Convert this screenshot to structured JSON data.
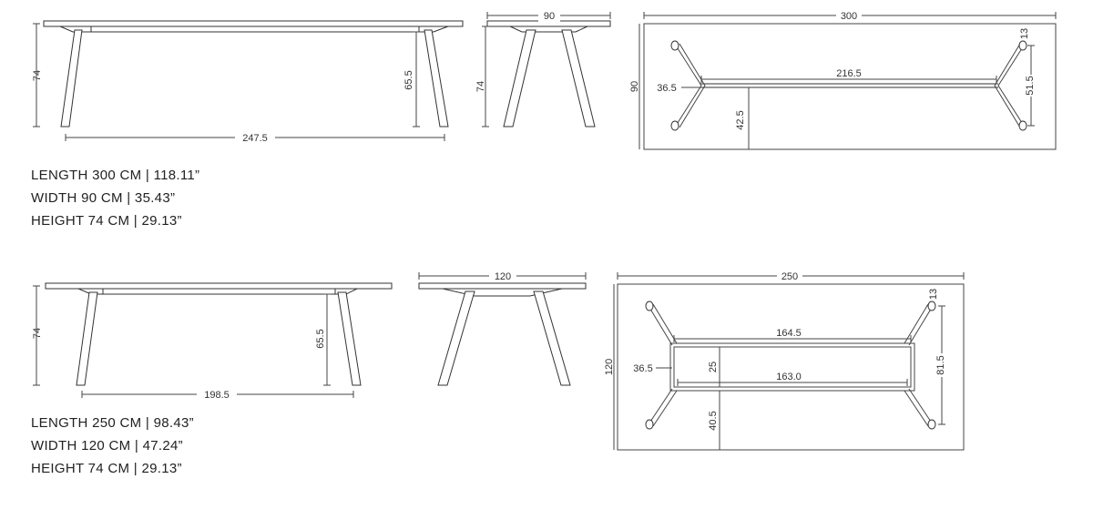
{
  "tables": [
    {
      "dims": {
        "side_height": "74",
        "side_leg_height": "65.5",
        "side_leg_span": "247.5",
        "end_width": "90",
        "end_height": "74",
        "plan_length": "300",
        "plan_width": "90",
        "plan_stretcher": "216.5",
        "plan_overhang": "36.5",
        "plan_leg_offset": "42.5",
        "plan_foot": "13",
        "plan_leg_spread": "51.5"
      },
      "specs": [
        "LENGTH 300 CM | 118.11”",
        "WIDTH 90 CM | 35.43”",
        "HEIGHT 74 CM | 29.13”"
      ]
    },
    {
      "dims": {
        "side_height": "74",
        "side_leg_height": "65.5",
        "side_leg_span": "198.5",
        "end_width": "120",
        "end_height": "",
        "plan_length": "250",
        "plan_width": "120",
        "plan_stretcher_top": "164.5",
        "plan_stretcher_bottom": "163.0",
        "plan_stretcher_gap": "25",
        "plan_overhang": "36.5",
        "plan_leg_offset": "40.5",
        "plan_foot": "13",
        "plan_leg_spread": "81.5"
      },
      "specs": [
        "LENGTH 250 CM | 98.43”",
        "WIDTH 120 CM | 47.24”",
        "HEIGHT 74 CM | 29.13”"
      ]
    }
  ]
}
